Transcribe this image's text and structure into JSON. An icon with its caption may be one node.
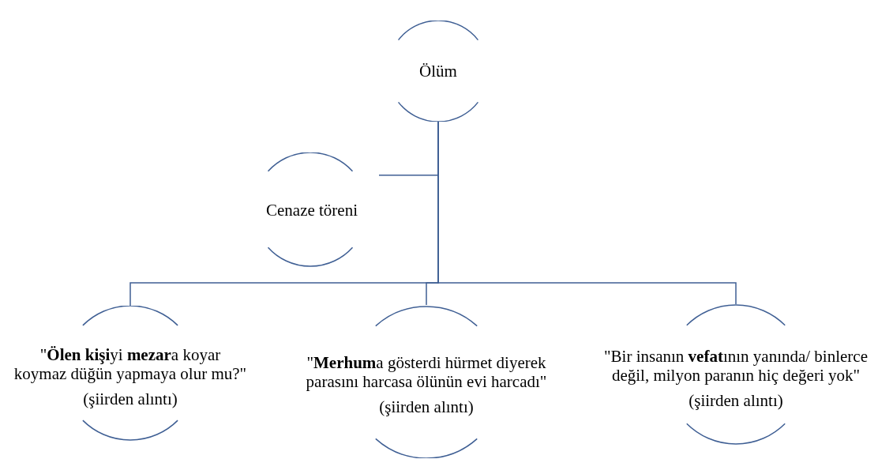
{
  "diagram": {
    "nodes": [
      {
        "text": [
          "Ölüm"
        ]
      },
      {
        "text": [
          "Cenaze töreni"
        ]
      },
      {
        "text": [
          "\"**Ölen kişi**yi **mezar**a koyar koymaz düğün yapmaya olur mu?\"",
          "(şiirden alıntı)"
        ]
      },
      {
        "text": [
          "\"**Merhum**a gösterdi hürmet diyerek parasını harcasa ölünün evi harcadı\"",
          "(şiirden alıntı)"
        ]
      },
      {
        "text": [
          "\"Bir insanın **vefat**ının yanında/ binlerce değil, milyon paranın hiç değeri yok\"",
          "(şiirden alıntı)"
        ]
      }
    ],
    "edges": [
      {
        "from": 0,
        "to": 1,
        "arrow": "none"
      },
      {
        "from": 0,
        "to": 2,
        "arrow": "none"
      },
      {
        "from": 0,
        "to": 3,
        "arrow": "none"
      },
      {
        "from": 0,
        "to": 4,
        "arrow": "none"
      }
    ]
  }
}
